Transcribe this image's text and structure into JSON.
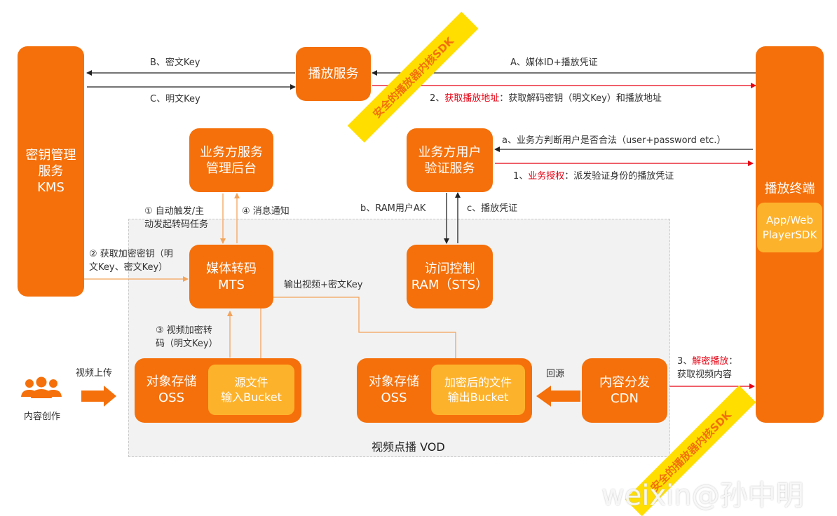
{
  "nodes": {
    "kms": [
      "密钥管理",
      "服务",
      "KMS"
    ],
    "play_service": "播放服务",
    "biz_backend": [
      "业务方服务",
      "管理后台"
    ],
    "user_auth": [
      "业务方用户",
      "验证服务"
    ],
    "mts": [
      "媒体转码",
      "MTS"
    ],
    "ram": [
      "访问控制",
      "RAM（STS）"
    ],
    "oss_src": [
      "对象存储",
      "OSS"
    ],
    "src_bucket": [
      "源文件",
      "输入Bucket"
    ],
    "oss_out": [
      "对象存储",
      "OSS"
    ],
    "out_bucket": [
      "加密后的文件",
      "输出Bucket"
    ],
    "cdn": [
      "内容分发",
      "CDN"
    ],
    "terminal": "播放终端",
    "sdk": [
      "App/Web",
      "PlayerSDK"
    ]
  },
  "labels": {
    "b_key": "B、密文Key",
    "c_key": "C、明文Key",
    "a_media": "A、媒体ID+播放凭证",
    "step2_prefix": "2、",
    "step2_red": "获取播放地址",
    "step2_rest": "：获取解码密钥（明文Key）和播放地址",
    "a_auth": "a、业务方判断用户是否合法（user+password etc.）",
    "step1_prefix": "1、",
    "step1_red": "业务授权",
    "step1_rest": "：派发验证身份的播放凭证",
    "b_ram": "b、RAM用户AK",
    "c_cred": "c、播放凭证",
    "circle1_line1": "① 自动触发/主",
    "circle1_line2": "动发起转码任务",
    "circle4": "④ 消息通知",
    "circle2_line1": "② 获取加密密钥（明",
    "circle2_line2": "文Key、密文Key）",
    "output_video": "输出视频+密文Key",
    "circle3_line1": "③ 视频加密转",
    "circle3_line2": "码（明文Key）",
    "upload": "视频上传",
    "creator": "内容创作",
    "back_source": "回源",
    "step3_prefix": "3、",
    "step3_red": "解密播放",
    "step3_suffix": "：",
    "step3_line2": "获取视频内容",
    "vod_title": "视频点播 VOD"
  },
  "banners": {
    "top": "安全的播放器内核SDK",
    "bottom": "安全的播放器内核SDK"
  },
  "watermark": "weixin@孙中明",
  "colors": {
    "orange": "#f5700a",
    "light_orange": "#fdb22c",
    "line_orange": "#f4a35a",
    "red": "#e60012",
    "black": "#222222",
    "banner_yellow": "#ffde00"
  }
}
